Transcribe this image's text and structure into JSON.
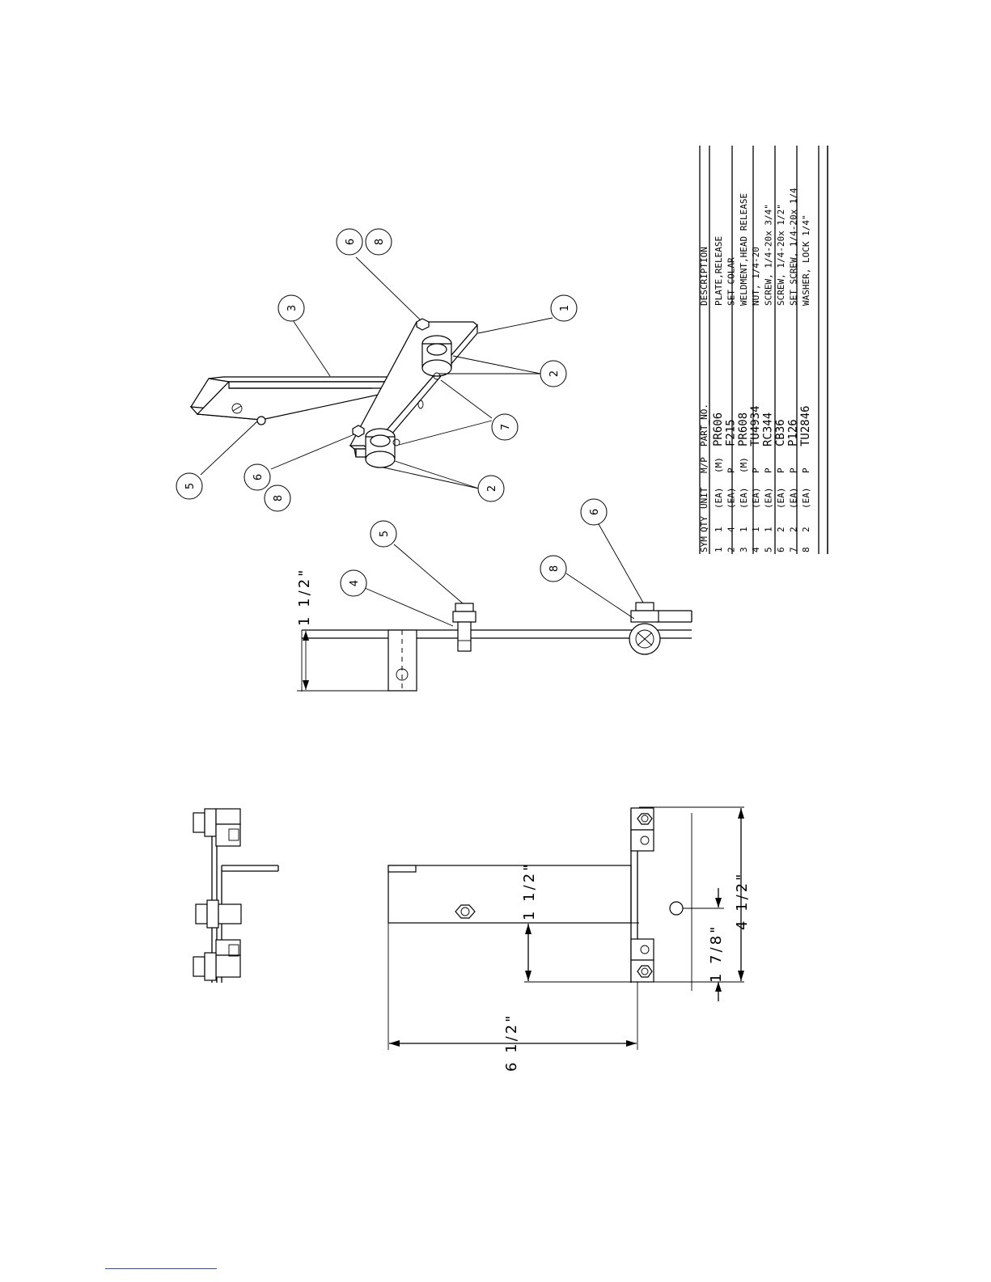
{
  "parts_table": {
    "headers": [
      "SYM",
      "QTY",
      "UNIT",
      "M/P",
      "PART_NO.",
      "DESCRIPTION"
    ],
    "rows": [
      [
        "1",
        "1",
        "(EA)",
        "(M)",
        "PR606",
        "PLATE,RELEASE"
      ],
      [
        "2",
        "4",
        "(EA)",
        "P",
        "F215",
        "SET COLAR"
      ],
      [
        "3",
        "1",
        "(EA)",
        "(M)",
        "PR608",
        "WELDMENT,HEAD RELEASE"
      ],
      [
        "4",
        "1",
        "(EA)",
        "P",
        "TU4934",
        "NUT, 1/4-20"
      ],
      [
        "5",
        "1",
        "(EA)",
        "P",
        "RC344",
        "SCREW, 1/4-20x 3/4\""
      ],
      [
        "6",
        "2",
        "(EA)",
        "P",
        "CB36",
        "SCREW, 1/4-20x 1/2\""
      ],
      [
        "7",
        "2",
        "(EA)",
        "P",
        "P126",
        "SET SCREW, 1/4-20x 1/4"
      ],
      [
        "8",
        "2",
        "(EA)",
        "P",
        "TU2846",
        "WASHER, LOCK 1/4\""
      ]
    ]
  },
  "balloons": {
    "iso_1": "1",
    "iso_2a": "2",
    "iso_2b": "2",
    "iso_3": "3",
    "iso_5": "5",
    "iso_6a": "6",
    "iso_8a": "8",
    "iso_6b": "6",
    "iso_8b": "8",
    "iso_7": "7",
    "side_4": "4",
    "side_5": "5",
    "side_8": "8",
    "side_6": "6"
  },
  "dimensions": {
    "side_height": "1 1/2\"",
    "plan_width": "1 1/2\"",
    "plan_length": "6 1/2\"",
    "plan_overall": "4 1/2\"",
    "plan_hole": "1 7/8\""
  }
}
